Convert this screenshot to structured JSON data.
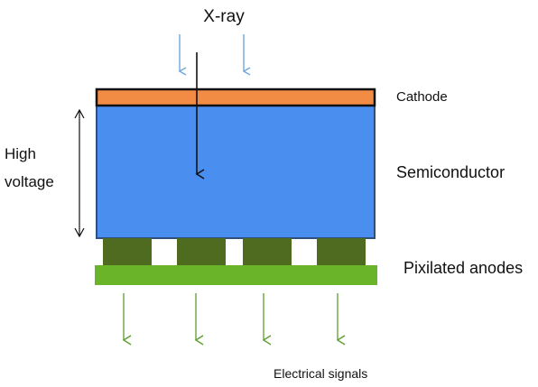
{
  "labels": {
    "xray": "X-ray",
    "cathode": "Cathode",
    "semiconductor": "Semiconductor",
    "high_voltage_line1": "High",
    "high_voltage_line2": "voltage",
    "pixilated_anodes": "Pixilated anodes",
    "electrical_signals": "Electrical signals"
  },
  "colors": {
    "cathode_fill": "#F28C45",
    "semiconductor_fill": "#4A8EF0",
    "outline": "#2F4F7F",
    "anode_pixel": "#4F6B1F",
    "anode_base": "#6AB42A",
    "xray_arrow": "#6FA8DC",
    "signal_arrow": "#5E9E2E",
    "black": "#111111"
  },
  "anode_count": 4,
  "signal_arrow_count": 4
}
